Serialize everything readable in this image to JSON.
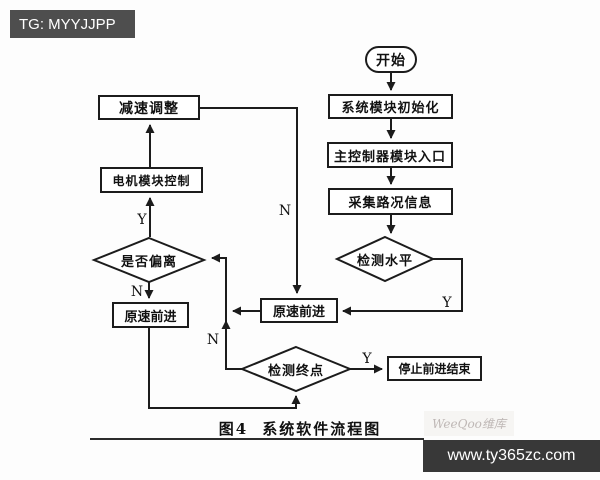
{
  "overlays": {
    "tg_badge": "TG: MYYJJPP",
    "watermark": "WeeQoo维库",
    "website": "www.ty365zc.com"
  },
  "caption": {
    "label": "图4",
    "title": "系统软件流程图"
  },
  "colors": {
    "line": "#1c1c1c",
    "badge_bg": "#4e4e4e",
    "site_bar_bg": "#383838",
    "watermark_text": "#bfb8b6",
    "background": "#fdfdfd"
  },
  "flowchart": {
    "nodes": {
      "start": "开始",
      "init": "系统模块初始化",
      "entry": "主控制器模块入口",
      "collect": "采集路况信息",
      "check_level": "检测水平",
      "decel": "减速调整",
      "motor": "电机模块控制",
      "deviate": "是否偏离",
      "forward_left": "原速前进",
      "forward_center": "原速前进",
      "check_end": "检测终点",
      "stop": "停止前进结束"
    },
    "edge_labels": {
      "level_yes": "Y",
      "decel_no": "N",
      "deviate_yes": "Y",
      "deviate_no": "N",
      "end_no": "N",
      "end_yes": "Y"
    },
    "edges": [
      {
        "from": "start",
        "to": "init",
        "label": ""
      },
      {
        "from": "init",
        "to": "entry",
        "label": ""
      },
      {
        "from": "entry",
        "to": "collect",
        "label": ""
      },
      {
        "from": "collect",
        "to": "check_level",
        "label": ""
      },
      {
        "from": "check_level",
        "to": "forward_center",
        "label": "Y"
      },
      {
        "from": "decel",
        "to": "forward_center",
        "label": "N"
      },
      {
        "from": "motor",
        "to": "decel",
        "label": ""
      },
      {
        "from": "deviate",
        "to": "motor",
        "label": "Y"
      },
      {
        "from": "deviate",
        "to": "forward_left",
        "label": "N"
      },
      {
        "from": "forward_left",
        "to": "check_end",
        "label": ""
      },
      {
        "from": "forward_center",
        "to": "check_end",
        "label": ""
      },
      {
        "from": "check_end",
        "to": "deviate",
        "label": "N"
      },
      {
        "from": "check_end",
        "to": "stop",
        "label": "Y"
      }
    ]
  }
}
